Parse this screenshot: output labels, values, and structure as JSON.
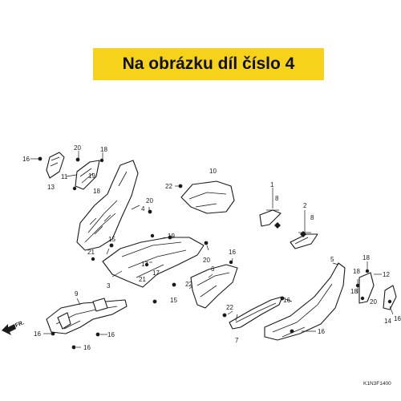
{
  "banner": {
    "text": "Na obrázku díl číslo 4"
  },
  "diagram": {
    "callouts": [
      "16",
      "20",
      "18",
      "13",
      "11",
      "18",
      "19",
      "10",
      "22",
      "1",
      "8",
      "20",
      "4",
      "2",
      "8",
      "19",
      "15",
      "21",
      "3",
      "17",
      "17",
      "21",
      "20",
      "16",
      "6",
      "18",
      "12",
      "22",
      "18",
      "5",
      "9",
      "16",
      "15",
      "18",
      "20",
      "22",
      "14",
      "16",
      "16",
      "16",
      "16",
      "7",
      "16"
    ],
    "direction_label": "FR.",
    "drawing_code": "K1N3F1400"
  },
  "colors": {
    "banner_bg": "#f7d21a",
    "line": "#1a1a1a"
  }
}
